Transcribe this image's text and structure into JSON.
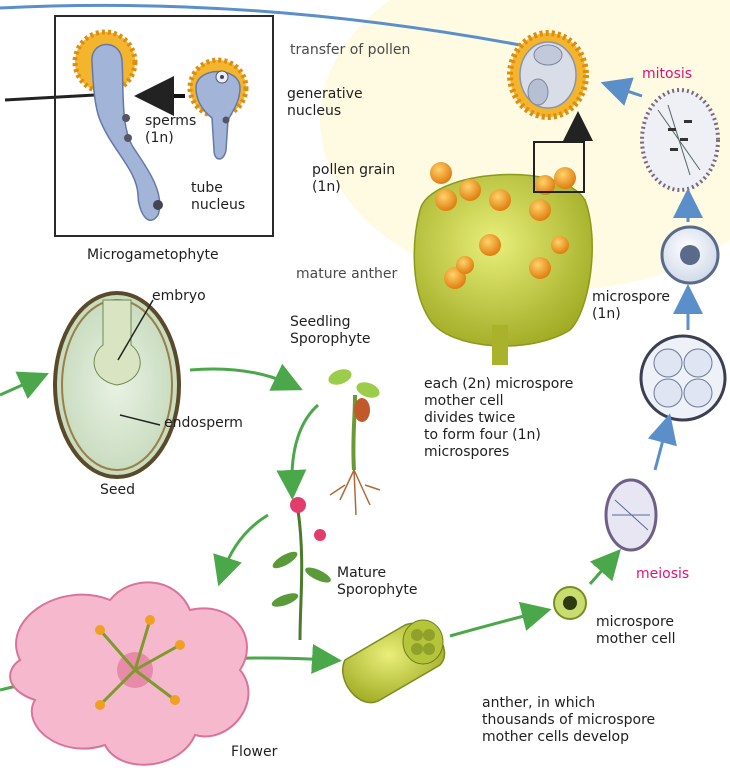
{
  "labels": {
    "transfer_of_pollen": "transfer of pollen",
    "generative_nucleus": "generative\nnucleus",
    "mitosis": "mitosis",
    "sperms": "sperms\n(1n)",
    "tube_nucleus": "tube\nnucleus",
    "microgametophyte": "Microgametophyte",
    "pollen_grain": "pollen grain\n(1n)",
    "mature_anther": "mature anther",
    "microspore": "microspore\n(1n)",
    "embryo": "embryo",
    "seedling_sporophyte": "Seedling\nSporophyte",
    "endosperm": "endosperm",
    "seed": "Seed",
    "microspore_division": "each (2n) microspore\nmother cell\ndivides twice\nto form four (1n)\nmicrospores",
    "mature_sporophyte": "Mature\nSporophyte",
    "meiosis": "meiosis",
    "microspore_mother_cell": "microspore\nmother cell",
    "flower": "Flower",
    "anther_development": "anther, in which\nthousands of microspore\nmother cells develop"
  },
  "colors": {
    "accent_pink": "#e0127a",
    "arrow_blue": "#5b8fc9",
    "arrow_green": "#4aa84a",
    "pollen_orange": "#f0a020",
    "anther_green": "#c9d83a",
    "petal_pink": "#f2a7c0"
  }
}
